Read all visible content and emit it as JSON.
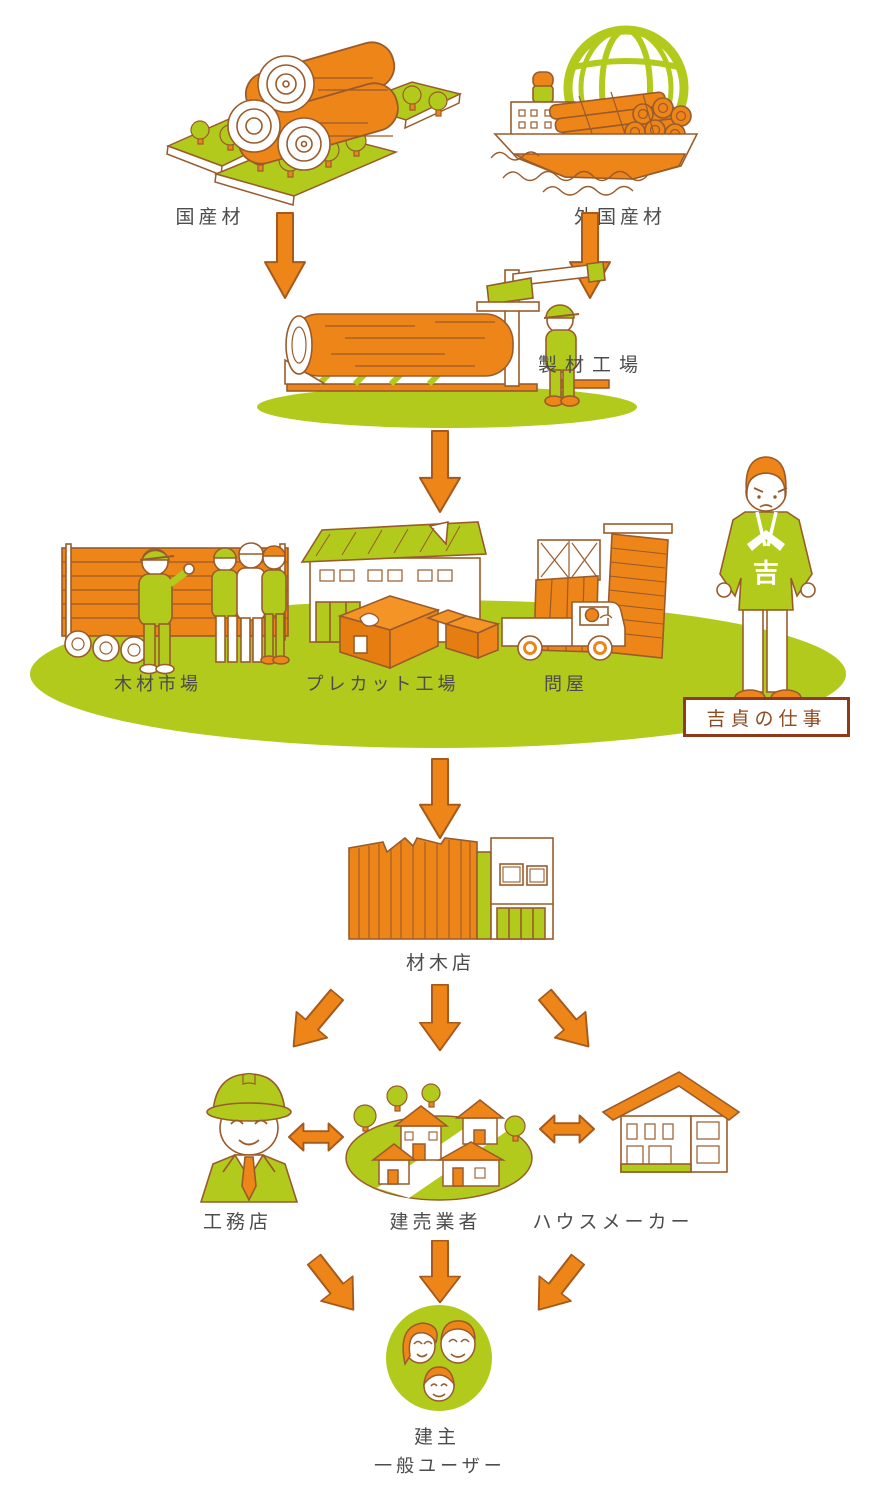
{
  "colors": {
    "orange": "#ee8519",
    "green": "#b2ca1c",
    "outline": "#9a5b2b",
    "arrow_fill": "#ee8519",
    "arrow_border": "#a5591a",
    "label_text": "#4c4c4c",
    "badge_border": "#8f3a1c",
    "badge_text": "#8f4a20"
  },
  "flow": {
    "sources": {
      "domestic": {
        "label": "国産材"
      },
      "foreign": {
        "label": "外国産材"
      }
    },
    "sawmill": {
      "label": "製材工場"
    },
    "stage": {
      "market": {
        "label": "木材市場"
      },
      "precut": {
        "label": "プレカット工場"
      },
      "wholesaler": {
        "label": "問屋"
      },
      "badge": {
        "label": "吉貞の仕事"
      },
      "mascot_mark": "吉"
    },
    "lumber_store": {
      "label": "材木店"
    },
    "builders": {
      "contractor": {
        "label": "工務店"
      },
      "developer": {
        "label": "建売業者"
      },
      "housemaker": {
        "label": "ハウスメーカー"
      }
    },
    "owner": {
      "label": "建主",
      "sublabel": "一般ユーザー"
    }
  }
}
